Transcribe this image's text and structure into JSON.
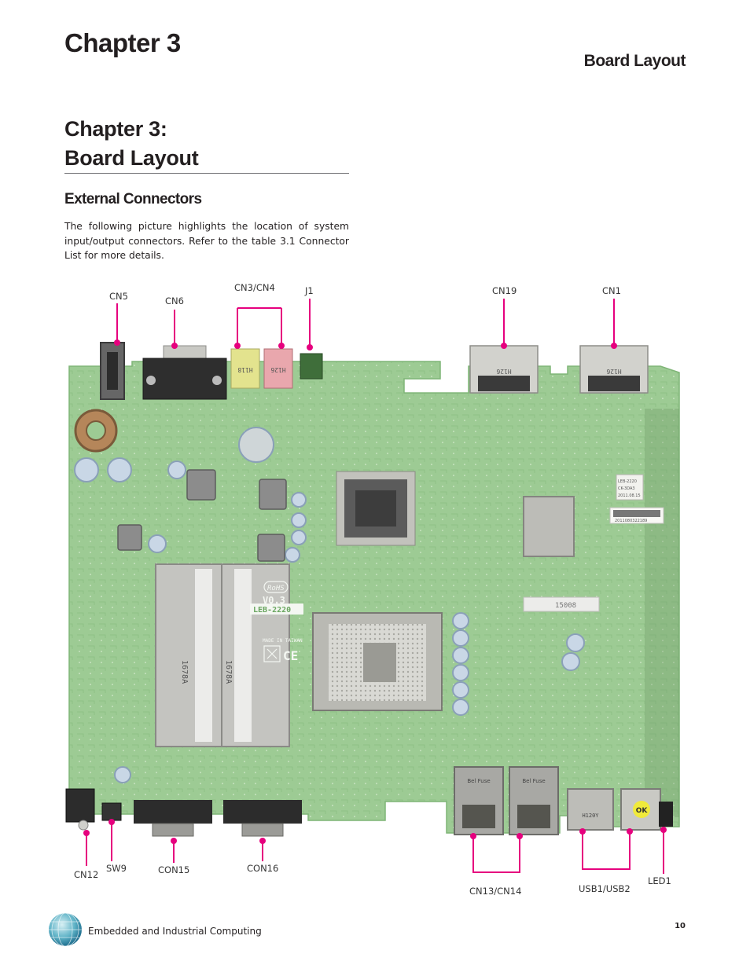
{
  "header": {
    "chapter": "Chapter 3",
    "section": "Board Layout"
  },
  "title": {
    "line1": "Chapter 3:",
    "line2": "Board Layout"
  },
  "subsection": "External Connectors",
  "intro": "The following picture highlights the location of system input/output connectors. Refer to the table 3.1 Connector List for more details.",
  "board": {
    "silkscreen": {
      "rohs": "RoHS",
      "version": "V0.3",
      "model": "LEB-2220",
      "made_in": "MADE IN TAIWAN",
      "label_lines": [
        "LEB-2220",
        "CK-3DA3",
        "2011.08.15"
      ],
      "sticker": "15008",
      "barcode_text": "2011080322189",
      "audio_green": "H118",
      "audio_pink": "H126",
      "dvi1": "H126",
      "dvi2": "H126",
      "usb": "H120Y",
      "usb_ok": "OK",
      "lan": "Bel Fuse",
      "so_dimm": "1678A"
    },
    "labels": {
      "cn5": "CN5",
      "cn6": "CN6",
      "cn3_cn4": "CN3/CN4",
      "j1": "J1",
      "cn19": "CN19",
      "cn1": "CN1",
      "cn12": "CN12",
      "sw9": "SW9",
      "con15": "CON15",
      "con16": "CON16",
      "cn13_cn14": "CN13/CN14",
      "usb1_usb2": "USB1/USB2",
      "led1": "LED1"
    },
    "colors": {
      "pcb": "#9dcb94",
      "pcb_dark": "#7fb577",
      "callout": "#e6007e"
    }
  },
  "footer": {
    "text": "Embedded and Industrial Computing",
    "page": "10"
  }
}
